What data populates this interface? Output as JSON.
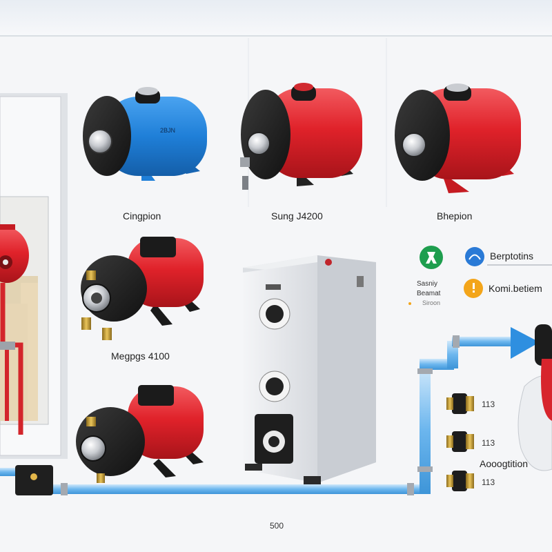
{
  "pump_labels": {
    "top_left": "Cingpion",
    "top_middle": "Sung J4200",
    "top_right": "Bhepion",
    "middle_left": "Megpgs 4100"
  },
  "legend": {
    "item1": "Berptotins",
    "item2": "Komi.betiem",
    "side_text_1": "Sasniy",
    "side_text_2": "Beamat",
    "side_text_3": "Siroon"
  },
  "fittings": {
    "label1": "113",
    "label2": "113",
    "label3": "113",
    "connector_label": "Aooogtition"
  },
  "tank_badge": "2BJN",
  "bottom_value": "500",
  "colors": {
    "blue_pump": "#1f7fd8",
    "red_pump": "#e0222a",
    "pipe": "#8ec8f0",
    "cabinet": "#e9ebee",
    "arrow": "#2e8fe0"
  },
  "icons": [
    "person-icon",
    "gauge-icon",
    "warning-icon"
  ]
}
